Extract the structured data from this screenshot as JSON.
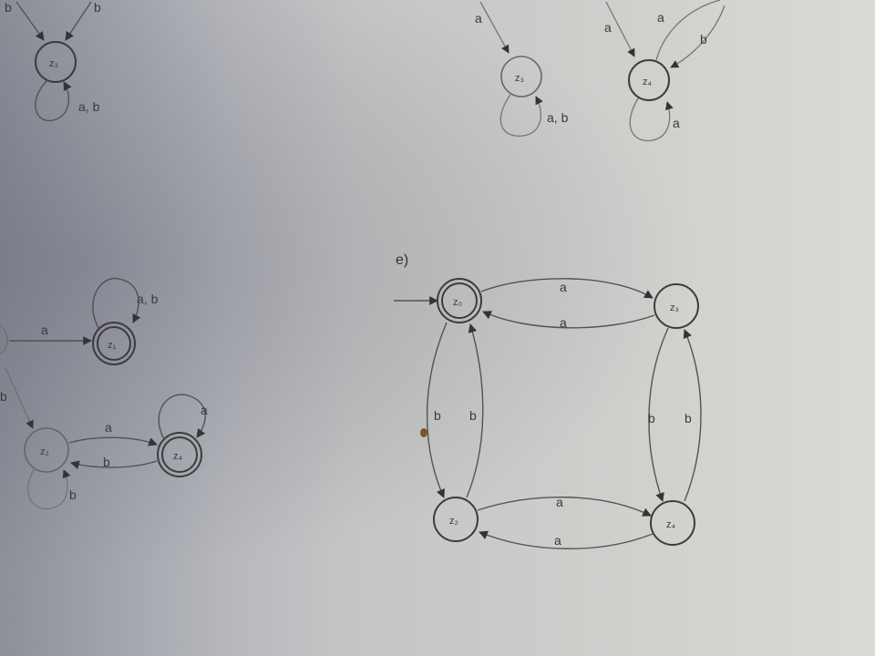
{
  "colors": {
    "paper": "#cbcbc9",
    "ink": "#3c3c3c"
  },
  "top_left": {
    "edge_labels": [
      "b",
      "b",
      "a, b"
    ],
    "states": [
      {
        "label": "z₃"
      }
    ]
  },
  "top_right": {
    "edge_labels": [
      "a",
      "a",
      "a",
      "b",
      "a, b",
      "a"
    ],
    "states": [
      {
        "label": "z₃"
      },
      {
        "label": "z₄"
      }
    ]
  },
  "mid_left": {
    "edge_labels": [
      "a",
      "a, b",
      "b",
      "a",
      "b",
      "a",
      "b"
    ],
    "states": [
      {
        "label": "z₁"
      },
      {
        "label": "z₂"
      },
      {
        "label": "z₄"
      }
    ]
  },
  "diagram_e": {
    "part_label": "e)",
    "states": [
      {
        "label": "z₀"
      },
      {
        "label": "z₃"
      },
      {
        "label": "z₂"
      },
      {
        "label": "z₄"
      }
    ],
    "edge_labels": {
      "z0_z3": "a",
      "z3_z0": "a",
      "z0_z2": "b",
      "z2_z0": "b",
      "z3_z4": "b",
      "z4_z3": "b",
      "z2_z4": "a",
      "z4_z2": "a"
    }
  }
}
